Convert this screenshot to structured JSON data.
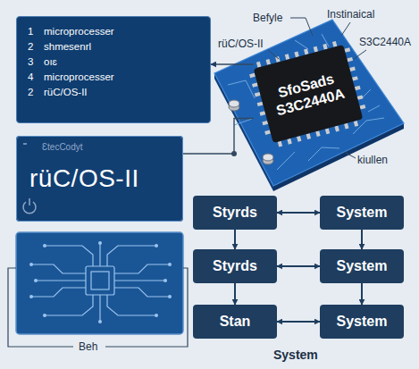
{
  "diagram": {
    "nodes": [
      {
        "text": [
          "1",
          "microprocesser",
          "2",
          "shmesenrl",
          "3",
          "oıɛ",
          "4",
          "microprocesser",
          "2",
          "rüC/OS-II"
        ]
      },
      {
        "text": [
          "ƐtecCodyt",
          "rüC/OS-II"
        ]
      },
      {
        "text": [
          "SfoSads S3C2440A"
        ]
      },
      {
        "text": [
          "Styrds"
        ]
      },
      {
        "text": [
          "System"
        ]
      },
      {
        "text": [
          "Styrds"
        ]
      },
      {
        "text": [
          "System"
        ]
      },
      {
        "text": [
          "Stan"
        ]
      },
      {
        "text": [
          "System"
        ]
      }
    ],
    "edges": [
      {
        "from": 2,
        "to": 0,
        "arrow": "to"
      },
      {
        "from": 1,
        "to": 2,
        "arrow": "none"
      },
      {
        "from": 3,
        "to": 4,
        "arrow": "both"
      },
      {
        "from": 5,
        "to": 6,
        "arrow": "both"
      },
      {
        "from": 7,
        "to": 8,
        "arrow": "both"
      },
      {
        "from": 3,
        "to": 5,
        "arrow": "to"
      },
      {
        "from": 5,
        "to": 7,
        "arrow": "to"
      },
      {
        "from": 4,
        "to": 6,
        "arrow": "to"
      },
      {
        "from": 6,
        "to": 8,
        "arrow": "to"
      }
    ],
    "labels": [
      "Befyle",
      "Instinaical",
      "rüC/OS-II",
      "S3C2440A",
      "kiullen",
      "Beh",
      "System"
    ]
  }
}
